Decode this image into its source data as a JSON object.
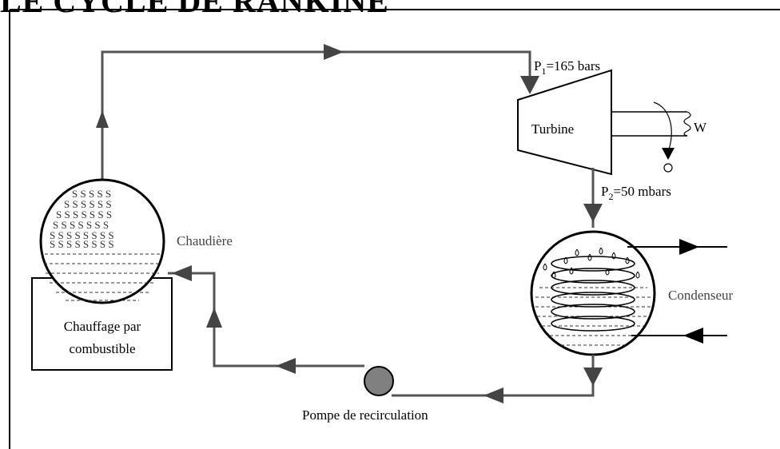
{
  "title": "LE CYCLE DE RANKINE",
  "labels": {
    "p1_prefix": "P",
    "p1_sub": "1",
    "p1_value": "=165 bars",
    "turbine": "Turbine",
    "work": "W",
    "p2_prefix": "P",
    "p2_sub": "2",
    "p2_value": "=50 mbars",
    "boiler": "Chaudière",
    "condenser": "Condenseur",
    "heating_line1": "Chauffage par",
    "heating_line2": "combustible",
    "pump": "Pompe de recirculation"
  },
  "colors": {
    "pipe": "#555555",
    "pump_fill": "#808080",
    "arrow": "#444444"
  }
}
